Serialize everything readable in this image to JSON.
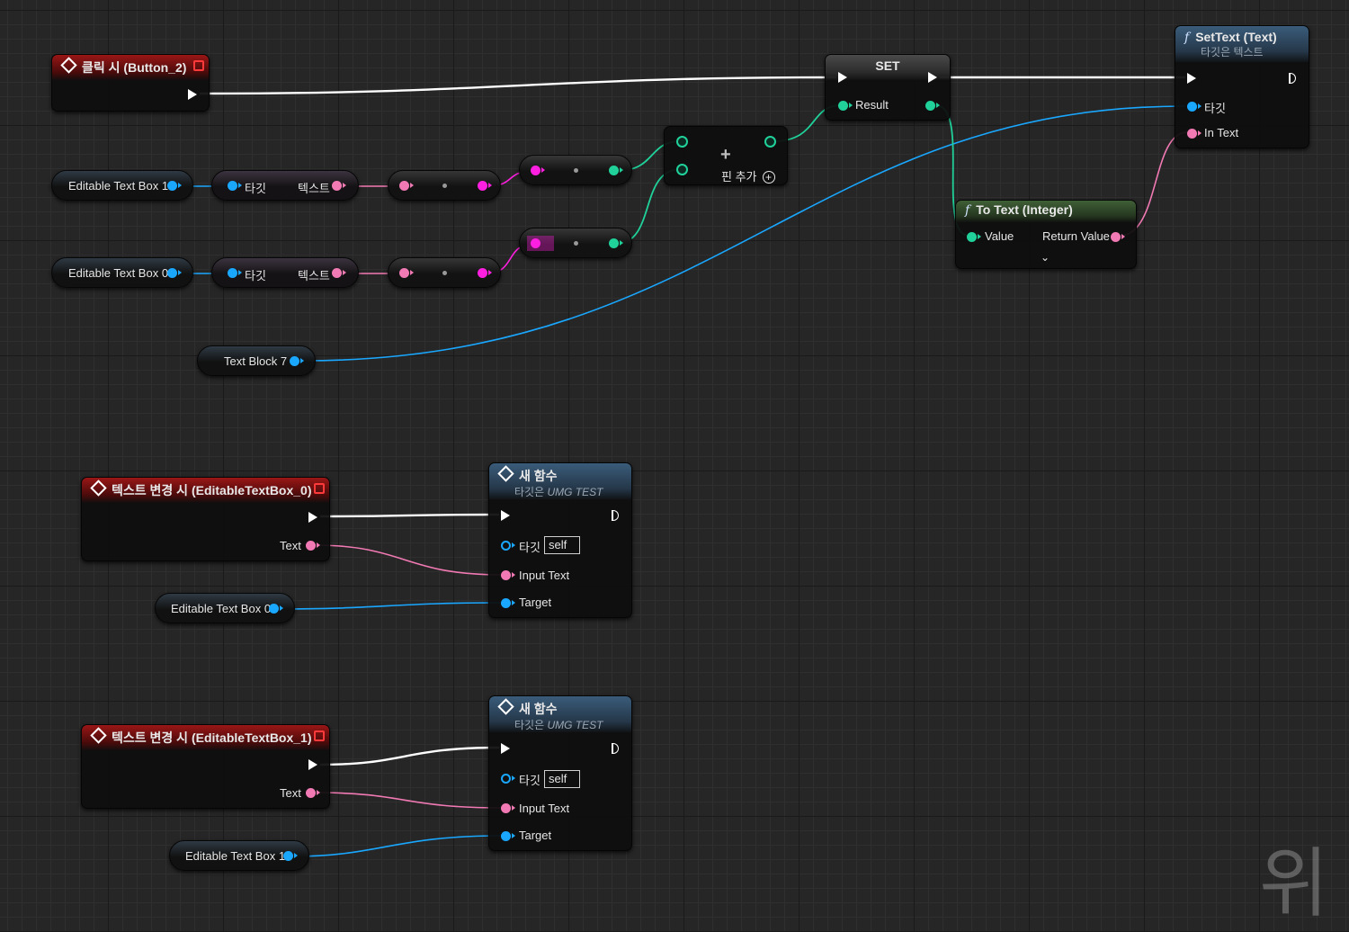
{
  "nodes": {
    "click_event": {
      "title": "클릭 시 (Button_2)"
    },
    "set_node": {
      "title": "SET",
      "result_label": "Result"
    },
    "settext": {
      "title": "SetText (Text)",
      "subtitle": "타깃은 텍스트",
      "target_label": "타깃",
      "in_text_label": "In Text"
    },
    "append": {
      "add_pin_label": "핀 추가"
    },
    "totext": {
      "title": "To Text (Integer)",
      "value_label": "Value",
      "return_label": "Return Value"
    },
    "row1": {
      "var_label": "Editable Text Box 1",
      "get_target": "타깃",
      "get_text": "텍스트"
    },
    "row2": {
      "var_label": "Editable Text Box 0",
      "get_target": "타깃",
      "get_text": "텍스트"
    },
    "textblock": {
      "var_label": "Text Block 7"
    },
    "event0": {
      "title": "텍스트 변경 시 (EditableTextBox_0)",
      "text_label": "Text"
    },
    "event1": {
      "title": "텍스트 변경 시 (EditableTextBox_1)",
      "text_label": "Text"
    },
    "func0": {
      "title": "새 함수",
      "subtitle_prefix": "타깃은 ",
      "subtitle_class": "UMG TEST",
      "target_label": "타깃",
      "self_value": "self",
      "input_label": "Input Text",
      "target_pin_label": "Target"
    },
    "func1": {
      "title": "새 함수",
      "subtitle_prefix": "타깃은 ",
      "subtitle_class": "UMG TEST",
      "target_label": "타깃",
      "self_value": "self",
      "input_label": "Input Text",
      "target_pin_label": "Target"
    },
    "var_ed0": {
      "label": "Editable Text Box 0"
    },
    "var_ed1": {
      "label": "Editable Text Box 1"
    }
  },
  "watermark": "위",
  "colors": {
    "exec": "#ffffff",
    "object": "#1aa7ff",
    "text": "#f27ab4",
    "string": "#ff1fe0",
    "integer": "#20d19a"
  }
}
